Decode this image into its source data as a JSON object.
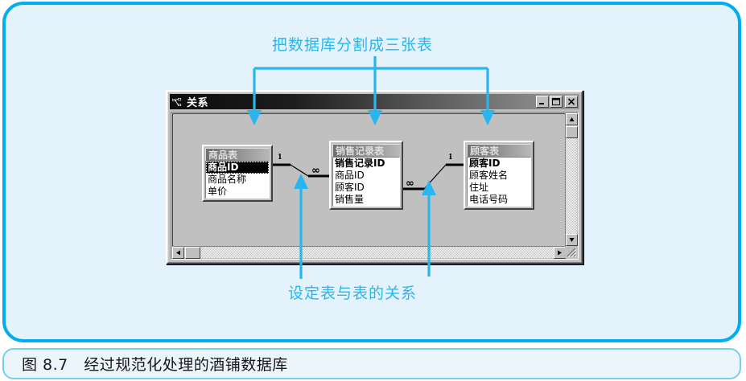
{
  "figure": {
    "caption": "图 8.7　经过规范化处理的酒铺数据库"
  },
  "annotations": {
    "top": "把数据库分割成三张表",
    "bottom": "设定表与表的关系",
    "color": "#29b6ef"
  },
  "window": {
    "title": "关系",
    "title_icon": "relationships-icon",
    "buttons": {
      "minimize": "minimize-icon",
      "maximize": "maximize-icon",
      "close": "close-icon"
    },
    "scrollbars": {
      "v_up": "scroll-up-arrow",
      "v_down": "scroll-down-arrow",
      "h_left": "scroll-left-arrow",
      "h_right": "scroll-right-arrow"
    }
  },
  "tables": [
    {
      "name": "商品表",
      "fields": [
        {
          "label": "商品ID",
          "pk": true,
          "selected": true
        },
        {
          "label": "商品名称",
          "pk": false,
          "selected": false
        },
        {
          "label": "单价",
          "pk": false,
          "selected": false
        }
      ]
    },
    {
      "name": "销售记录表",
      "fields": [
        {
          "label": "销售记录ID",
          "pk": true,
          "selected": false
        },
        {
          "label": "商品ID",
          "pk": false,
          "selected": false
        },
        {
          "label": "顾客ID",
          "pk": false,
          "selected": false
        },
        {
          "label": "销售量",
          "pk": false,
          "selected": false
        }
      ]
    },
    {
      "name": "顾客表",
      "fields": [
        {
          "label": "顾客ID",
          "pk": true,
          "selected": false
        },
        {
          "label": "顾客姓名",
          "pk": false,
          "selected": false
        },
        {
          "label": "住址",
          "pk": false,
          "selected": false
        },
        {
          "label": "电话号码",
          "pk": false,
          "selected": false
        }
      ]
    }
  ],
  "relationships": [
    {
      "from": "商品表.商品ID",
      "to": "销售记录表.商品ID",
      "left_card": "1",
      "right_card": "∞"
    },
    {
      "from": "顾客表.顾客ID",
      "to": "销售记录表.顾客ID",
      "left_card": "∞",
      "right_card": "1"
    }
  ]
}
